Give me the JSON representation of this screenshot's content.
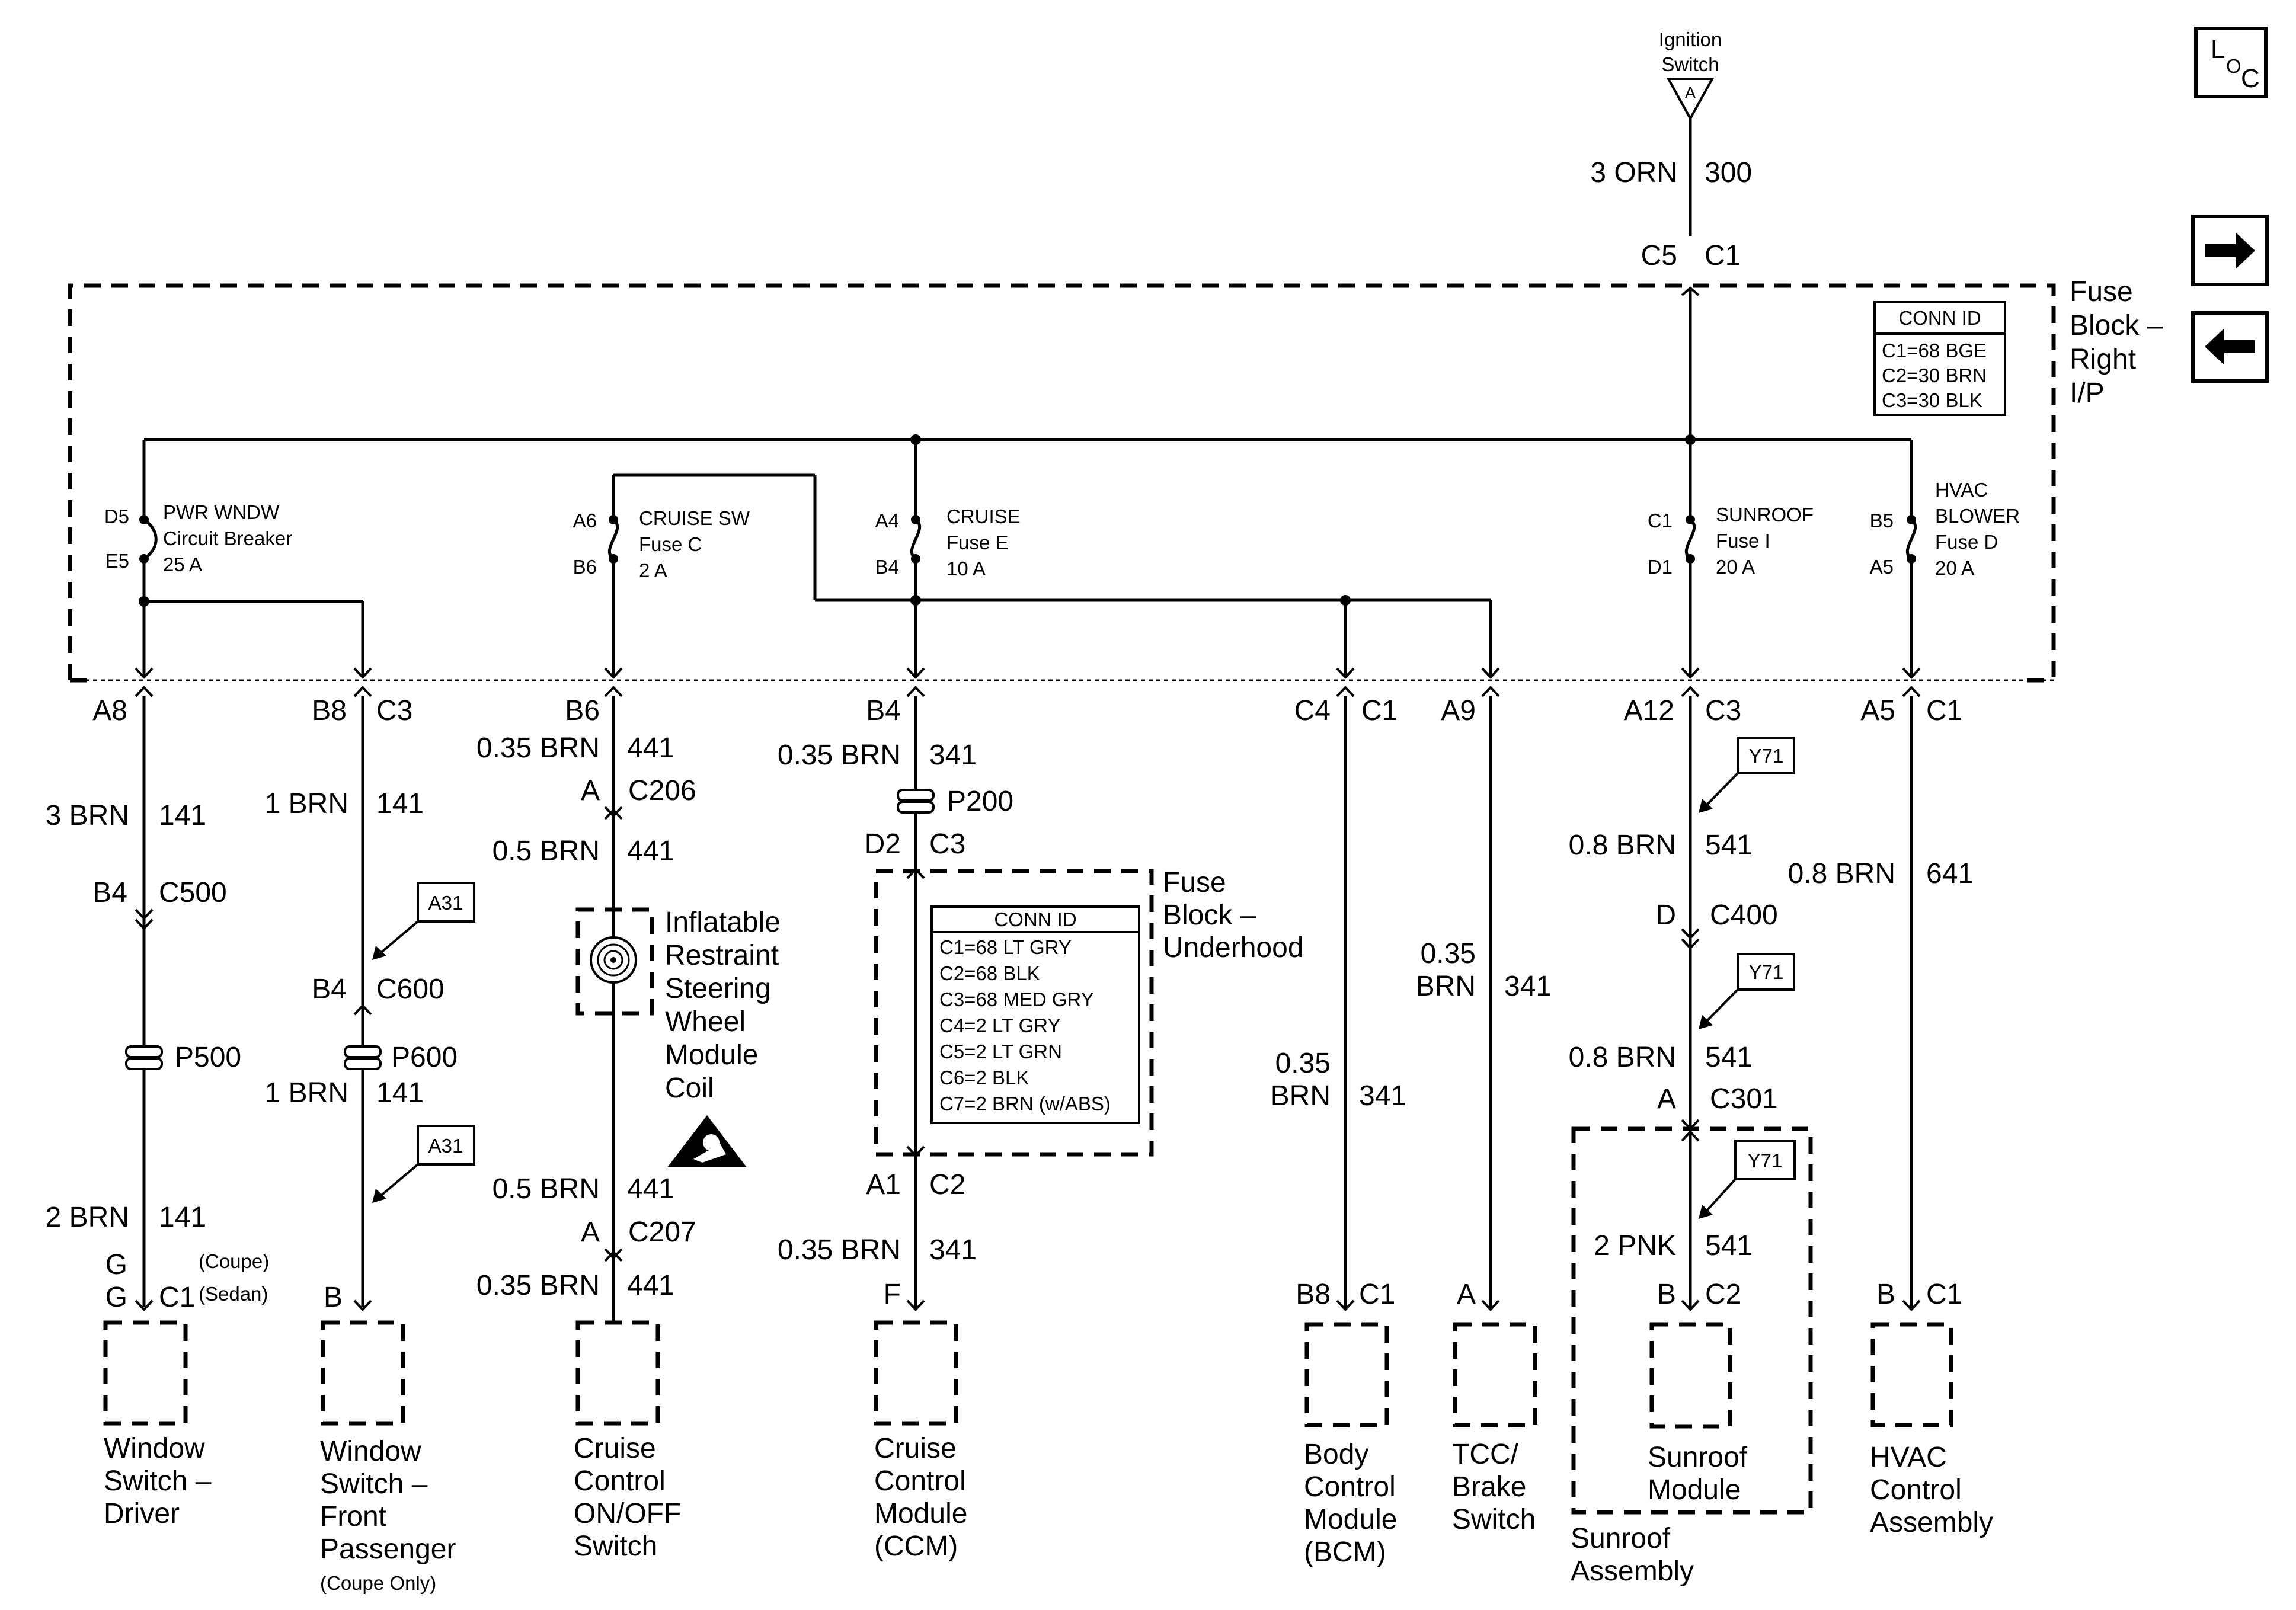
{
  "nav": {
    "loc_l": "L",
    "loc_o": "O",
    "loc_c": "C",
    "next_glyph": "→",
    "prev_glyph": "←"
  },
  "ignition": {
    "line1": "Ignition",
    "line2": "Switch",
    "pin": "A"
  },
  "feed": {
    "wire": "3 ORN",
    "circuit": "300",
    "pin_left": "C5",
    "pin_right": "C1"
  },
  "fuse_block_rip": {
    "title": [
      "Fuse",
      "Block –",
      "Right",
      "I/P"
    ],
    "conn_id": {
      "header": "CONN ID",
      "rows": [
        "C1=68 BGE",
        "C2=30 BRN",
        "C3=30 BLK"
      ]
    },
    "pwr_wndw": {
      "in": "D5",
      "out": "E5",
      "name": "PWR WNDW",
      "type": "Circuit Breaker",
      "rating": "25 A"
    },
    "cruise_sw": {
      "in": "A6",
      "out": "B6",
      "name": "CRUISE SW",
      "type": "Fuse C",
      "rating": "2 A"
    },
    "cruise": {
      "in": "A4",
      "out": "B4",
      "name": "CRUISE",
      "type": "Fuse E",
      "rating": "10 A"
    },
    "sunroof": {
      "in": "C1",
      "out": "D1",
      "name": "SUNROOF",
      "type": "Fuse I",
      "rating": "20 A"
    },
    "hvac": {
      "in": "B5",
      "out": "A5",
      "name": "HVAC",
      "name2": "BLOWER",
      "type": "Fuse D",
      "rating": "20 A"
    }
  },
  "outputs": {
    "a8": "A8",
    "b8": "B8",
    "b8c": "C3",
    "b6": "B6",
    "b4": "B4",
    "c4": "C4",
    "c4c": "C1",
    "a9": "A9",
    "a12": "A12",
    "a12c": "C3",
    "a5": "A5",
    "a5c": "C1"
  },
  "driver_window": {
    "wire1": "3 BRN",
    "circ1": "141",
    "conn_pin": "B4",
    "conn": "C500",
    "splice": "P500",
    "wire2": "2 BRN",
    "circ2": "141",
    "pin_g1": "G",
    "pin_g2": "G",
    "pin_c": "C1",
    "coupe": "(Coupe)",
    "sedan": "(Sedan)",
    "label": [
      "Window",
      "Switch –",
      "Driver"
    ]
  },
  "pass_window": {
    "wire1": "1 BRN",
    "circ1": "141",
    "ref1": "A31",
    "conn_pin": "B4",
    "conn": "C600",
    "splice": "P600",
    "wire2": "1 BRN",
    "circ2": "141",
    "ref2": "A31",
    "pin": "B",
    "label": [
      "Window",
      "Switch –",
      "Front",
      "Passenger"
    ],
    "note": "(Coupe Only)"
  },
  "cruise_switch": {
    "wire1": "0.35 BRN",
    "circ1": "441",
    "c206_pin": "A",
    "c206": "C206",
    "wire2": "0.5 BRN",
    "circ2": "441",
    "coil": [
      "Inflatable",
      "Restraint",
      "Steering",
      "Wheel",
      "Module",
      "Coil"
    ],
    "wire3": "0.5 BRN",
    "circ3": "441",
    "c207_pin": "A",
    "c207": "C207",
    "wire4": "0.35 BRN",
    "circ4": "441",
    "label": [
      "Cruise",
      "Control",
      "ON/OFF",
      "Switch"
    ]
  },
  "ccm": {
    "wire1": "0.35 BRN",
    "circ1": "341",
    "splice": "P200",
    "d2": "D2",
    "c3": "C3",
    "fbu_title": [
      "Fuse",
      "Block –",
      "Underhood"
    ],
    "conn_id": {
      "header": "CONN ID",
      "rows": [
        "C1=68 LT GRY",
        "C2=68 BLK",
        "C3=68 MED GRY",
        "C4=2 LT GRY",
        "C5=2 LT GRN",
        "C6=2 BLK",
        "C7=2 BRN (w/ABS)"
      ]
    },
    "a1": "A1",
    "c2": "C2",
    "wire2": "0.35 BRN",
    "circ2": "341",
    "pin": "F",
    "label": [
      "Cruise",
      "Control",
      "Module",
      "(CCM)"
    ]
  },
  "bcm": {
    "wire_a": "0.35",
    "wire_b": "BRN",
    "circ": "341",
    "pin": "B8",
    "conn": "C1",
    "label": [
      "Body",
      "Control",
      "Module",
      "(BCM)"
    ]
  },
  "tcc": {
    "wire_a": "0.35",
    "wire_b": "BRN",
    "circ": "341",
    "pin": "A",
    "label": [
      "TCC/",
      "Brake",
      "Switch"
    ]
  },
  "sunroof": {
    "ref1": "Y71",
    "wire1": "0.8 BRN",
    "circ1": "541",
    "c400_pin": "D",
    "c400": "C400",
    "ref2": "Y71",
    "wire2": "0.8 BRN",
    "circ2": "541",
    "c301_pin": "A",
    "c301": "C301",
    "ref3": "Y71",
    "wire3": "2 PNK",
    "circ3": "541",
    "pin": "B",
    "conn": "C2",
    "module": [
      "Sunroof",
      "Module"
    ],
    "assembly": [
      "Sunroof",
      "Assembly"
    ]
  },
  "hvac": {
    "wire": "0.8 BRN",
    "circ": "641",
    "pin": "B",
    "conn": "C1",
    "label": [
      "HVAC",
      "Control",
      "Assembly"
    ]
  }
}
